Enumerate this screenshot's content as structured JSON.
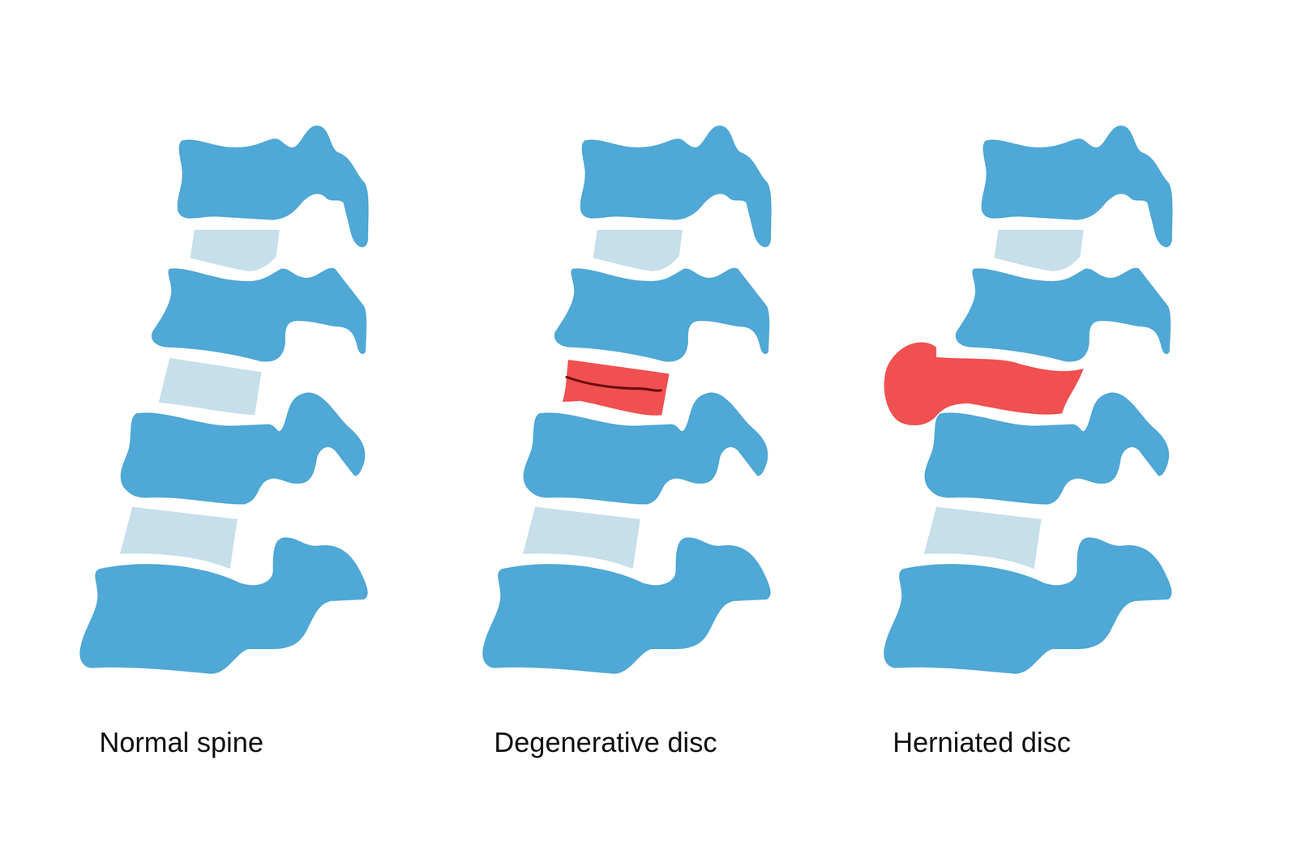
{
  "diagram": {
    "labels": [
      "Normal spine",
      "Degenerative disc",
      "Herniated disc"
    ]
  }
}
